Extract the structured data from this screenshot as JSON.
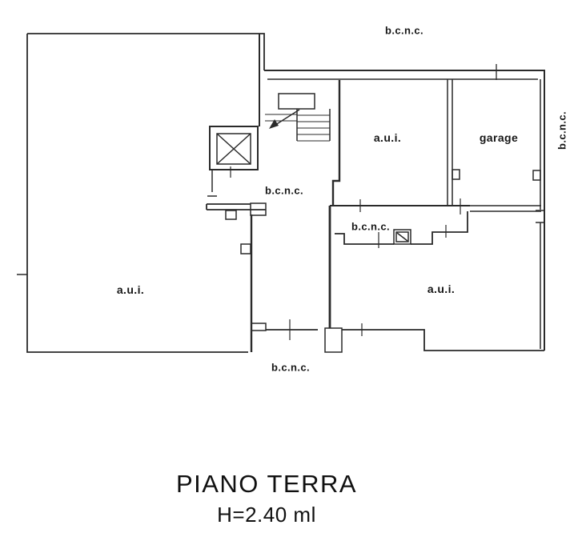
{
  "plan": {
    "title": "PIANO TERRA",
    "height_label": "H=2.40 ml",
    "rooms": [
      {
        "id": "aui-left",
        "label": "a.u.i."
      },
      {
        "id": "aui-center",
        "label": "a.u.i."
      },
      {
        "id": "garage",
        "label": "garage"
      },
      {
        "id": "aui-right",
        "label": "a.u.i."
      }
    ],
    "areas": [
      {
        "id": "bcnc-top",
        "label": "b.c.n.c."
      },
      {
        "id": "bcnc-right",
        "label": "b.c.n.c."
      },
      {
        "id": "bcnc-hall",
        "label": "b.c.n.c."
      },
      {
        "id": "bcnc-corridor",
        "label": "b.c.n.c."
      },
      {
        "id": "bcnc-bottom",
        "label": "b.c.n.c."
      }
    ],
    "colors": {
      "ink": "#2a2a2a",
      "paper": "#ffffff"
    }
  }
}
